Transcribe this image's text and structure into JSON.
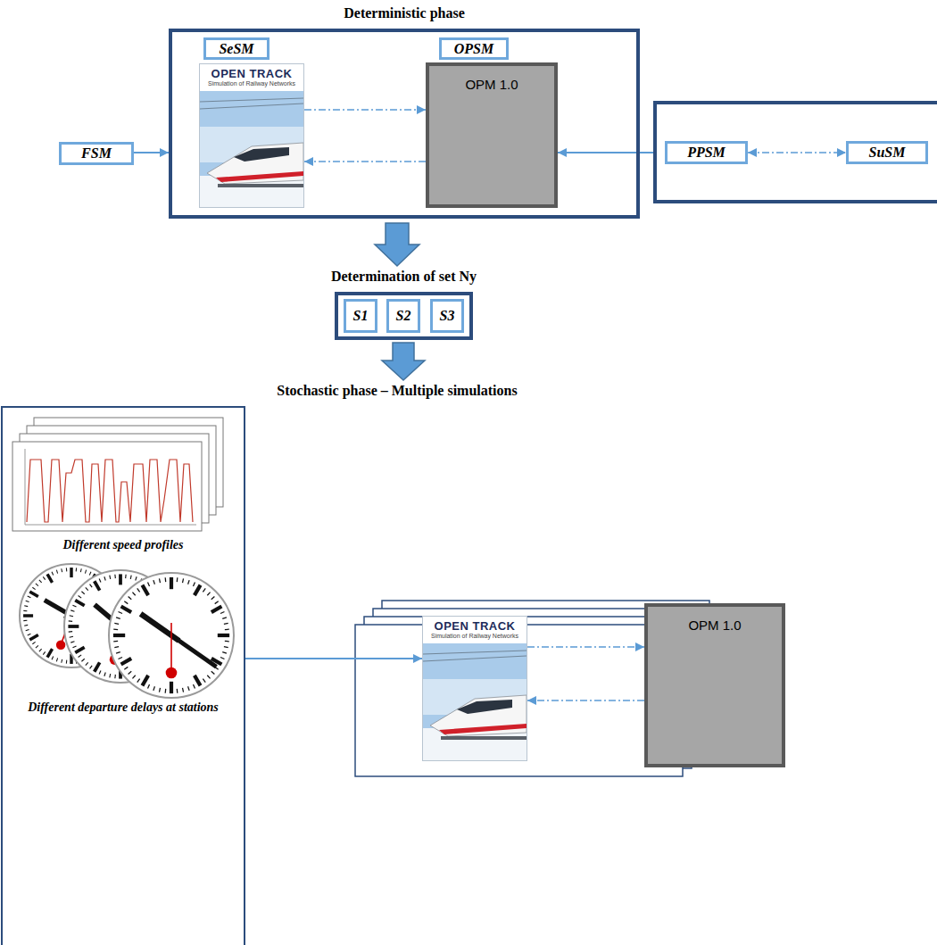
{
  "diagram": {
    "nodes": [
      {
        "text": [
          "FSM"
        ]
      },
      {
        "text": [
          "Deterministic phase"
        ]
      },
      {
        "text": [
          "SeSM"
        ],
        "in": 1
      },
      {
        "text": [
          "OPEN TRACK",
          "Simulation of Railway Networks"
        ],
        "in": 1
      },
      {
        "text": [
          "OPSM"
        ],
        "in": 1
      },
      {
        "text": [
          "OPM 1.0"
        ],
        "in": 1
      },
      {
        "text": []
      },
      {
        "text": [
          "PPSM"
        ],
        "in": 6
      },
      {
        "text": [
          "SuSM"
        ],
        "in": 6
      },
      {
        "text": [
          "Determination of set Ny"
        ]
      },
      {
        "text": [
          "S1"
        ],
        "in": 9
      },
      {
        "text": [
          "S2"
        ],
        "in": 9
      },
      {
        "text": [
          "S3"
        ],
        "in": 9
      },
      {
        "text": [
          "Different speed profiles",
          "Different departure delays at stations"
        ]
      },
      {
        "text": [
          "OPEN TRACK",
          "Simulation of Railway Networks"
        ]
      },
      {
        "text": [
          "OPM 1.0"
        ]
      }
    ],
    "edges": [
      {
        "from": 0,
        "to": 1,
        "arrow": "to"
      },
      {
        "from": 3,
        "to": 5,
        "arrow": "to"
      },
      {
        "from": 5,
        "to": 3,
        "arrow": "to"
      },
      {
        "from": 6,
        "to": 5,
        "arrow": "to"
      },
      {
        "from": 7,
        "to": 8,
        "arrow": "both"
      },
      {
        "from": 13,
        "to": 14,
        "arrow": "to"
      },
      {
        "from": 14,
        "to": 15,
        "arrow": "to"
      },
      {
        "from": 15,
        "to": 14,
        "arrow": "to"
      }
    ],
    "labels": [
      "Stochastic phase – Multiple simulations"
    ]
  }
}
